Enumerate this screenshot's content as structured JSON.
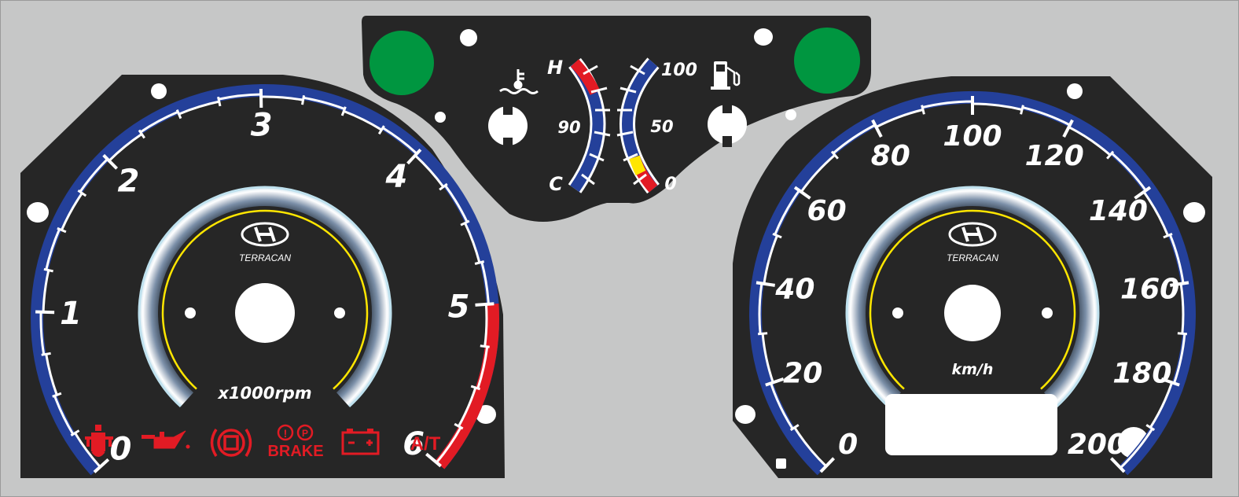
{
  "colors": {
    "background": "#c6c7c7",
    "panel": "#262626",
    "blue_band": "#24409a",
    "red_band": "#e21b24",
    "yellow": "#ffe600",
    "green": "#009640",
    "warning_red": "#e21b24",
    "white": "#ffffff"
  },
  "tachometer": {
    "numbers": [
      "0",
      "1",
      "2",
      "3",
      "4",
      "5",
      "6"
    ],
    "unit_label": "x1000rpm",
    "redline_start": 5,
    "max": 6,
    "brand": "TERRACAN"
  },
  "speedometer": {
    "numbers": [
      "0",
      "20",
      "40",
      "60",
      "80",
      "100",
      "120",
      "140",
      "160",
      "180",
      "200"
    ],
    "unit_label": "km/h",
    "max": 200,
    "brand": "TERRACAN"
  },
  "temperature": {
    "labels": {
      "hot": "H",
      "mid": "90",
      "cold": "C"
    },
    "icon": "coolant-temperature-icon"
  },
  "fuel": {
    "labels": {
      "full": "100",
      "mid": "50",
      "empty": "0"
    },
    "icon": "fuel-pump-icon"
  },
  "warnings": {
    "items": [
      {
        "name": "coolant-warning-icon"
      },
      {
        "name": "oil-pressure-icon"
      },
      {
        "name": "brake-system-icon"
      },
      {
        "name": "brake-warning-icon",
        "label": "BRAKE"
      },
      {
        "name": "battery-icon"
      },
      {
        "name": "automatic-transmission-indicator",
        "label": "A/T"
      }
    ]
  }
}
